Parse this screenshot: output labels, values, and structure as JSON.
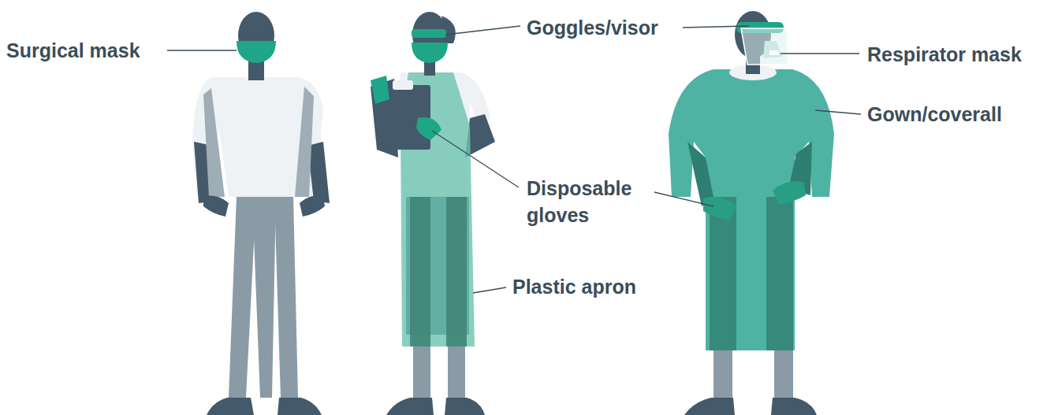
{
  "diagram": {
    "labels": [
      "Surgical mask",
      "Goggles/visor",
      "Respirator mask",
      "Gown/coverall",
      "Disposable gloves",
      "Plastic apron"
    ]
  }
}
